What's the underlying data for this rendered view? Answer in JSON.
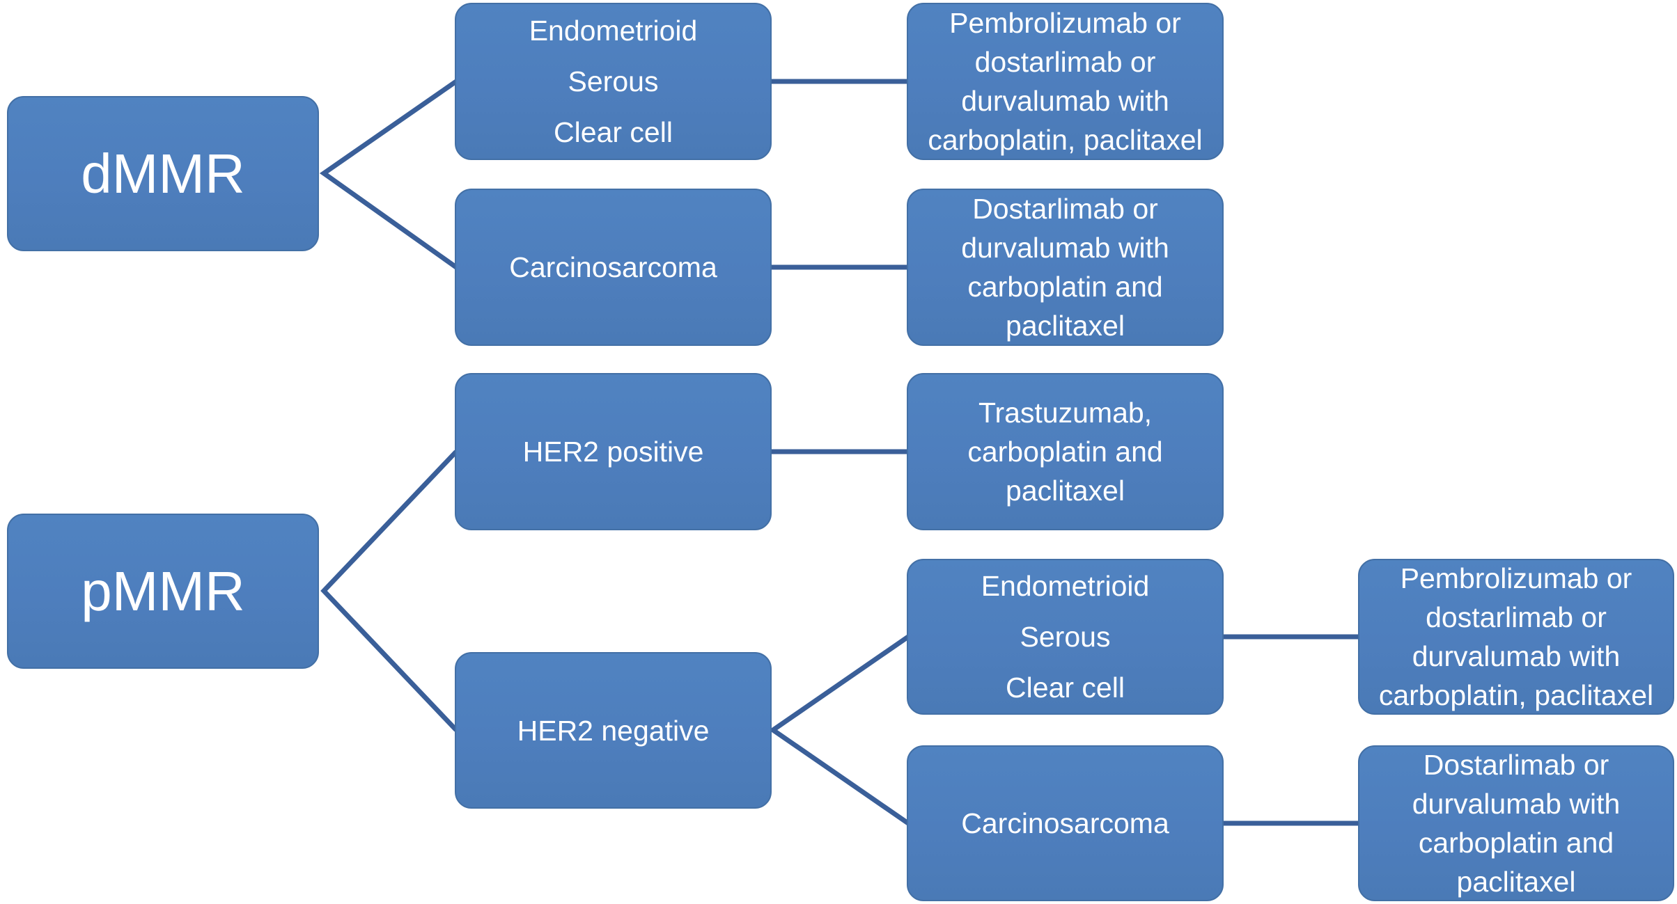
{
  "colors": {
    "box_fill": "#4e7ebd",
    "box_border": "#4370a6",
    "connector_color": "#3a5f99",
    "text_color": "#ffffff",
    "page_bg": "#ffffff"
  },
  "nodes": {
    "dmmr": {
      "label": "dMMR"
    },
    "pmmr": {
      "label": "pMMR"
    },
    "endo_top": {
      "label": "Endometrioid\nSerous\nClear cell"
    },
    "carcino_top": {
      "label": "Carcinosarcoma"
    },
    "her2_pos": {
      "label": "HER2 positive"
    },
    "her2_neg": {
      "label": "HER2 negative"
    },
    "endo_low": {
      "label": "Endometrioid\nSerous\nClear cell"
    },
    "carcino_low": {
      "label": "Carcinosarcoma"
    },
    "pembro_top": {
      "label": "Pembrolizumab or\ndostarlimab or\ndurvalumab with\ncarboplatin, paclitaxel"
    },
    "dostar_top": {
      "label": "Dostarlimab or\ndurvalumab with\ncarboplatin and\npaclitaxel"
    },
    "trastu": {
      "label": "Trastuzumab,\ncarboplatin and\npaclitaxel"
    },
    "pembro_low": {
      "label": "Pembrolizumab or\ndostarlimab or\ndurvalumab with\ncarboplatin, paclitaxel"
    },
    "dostar_low": {
      "label": "Dostarlimab or\ndurvalumab with\ncarboplatin and\npaclitaxel"
    }
  },
  "edges": [
    {
      "from": "dmmr",
      "to": "endo_top"
    },
    {
      "from": "dmmr",
      "to": "carcino_top"
    },
    {
      "from": "endo_top",
      "to": "pembro_top"
    },
    {
      "from": "carcino_top",
      "to": "dostar_top"
    },
    {
      "from": "pmmr",
      "to": "her2_pos"
    },
    {
      "from": "pmmr",
      "to": "her2_neg"
    },
    {
      "from": "her2_pos",
      "to": "trastu"
    },
    {
      "from": "her2_neg",
      "to": "endo_low"
    },
    {
      "from": "her2_neg",
      "to": "carcino_low"
    },
    {
      "from": "endo_low",
      "to": "pembro_low"
    },
    {
      "from": "carcino_low",
      "to": "dostar_low"
    }
  ]
}
